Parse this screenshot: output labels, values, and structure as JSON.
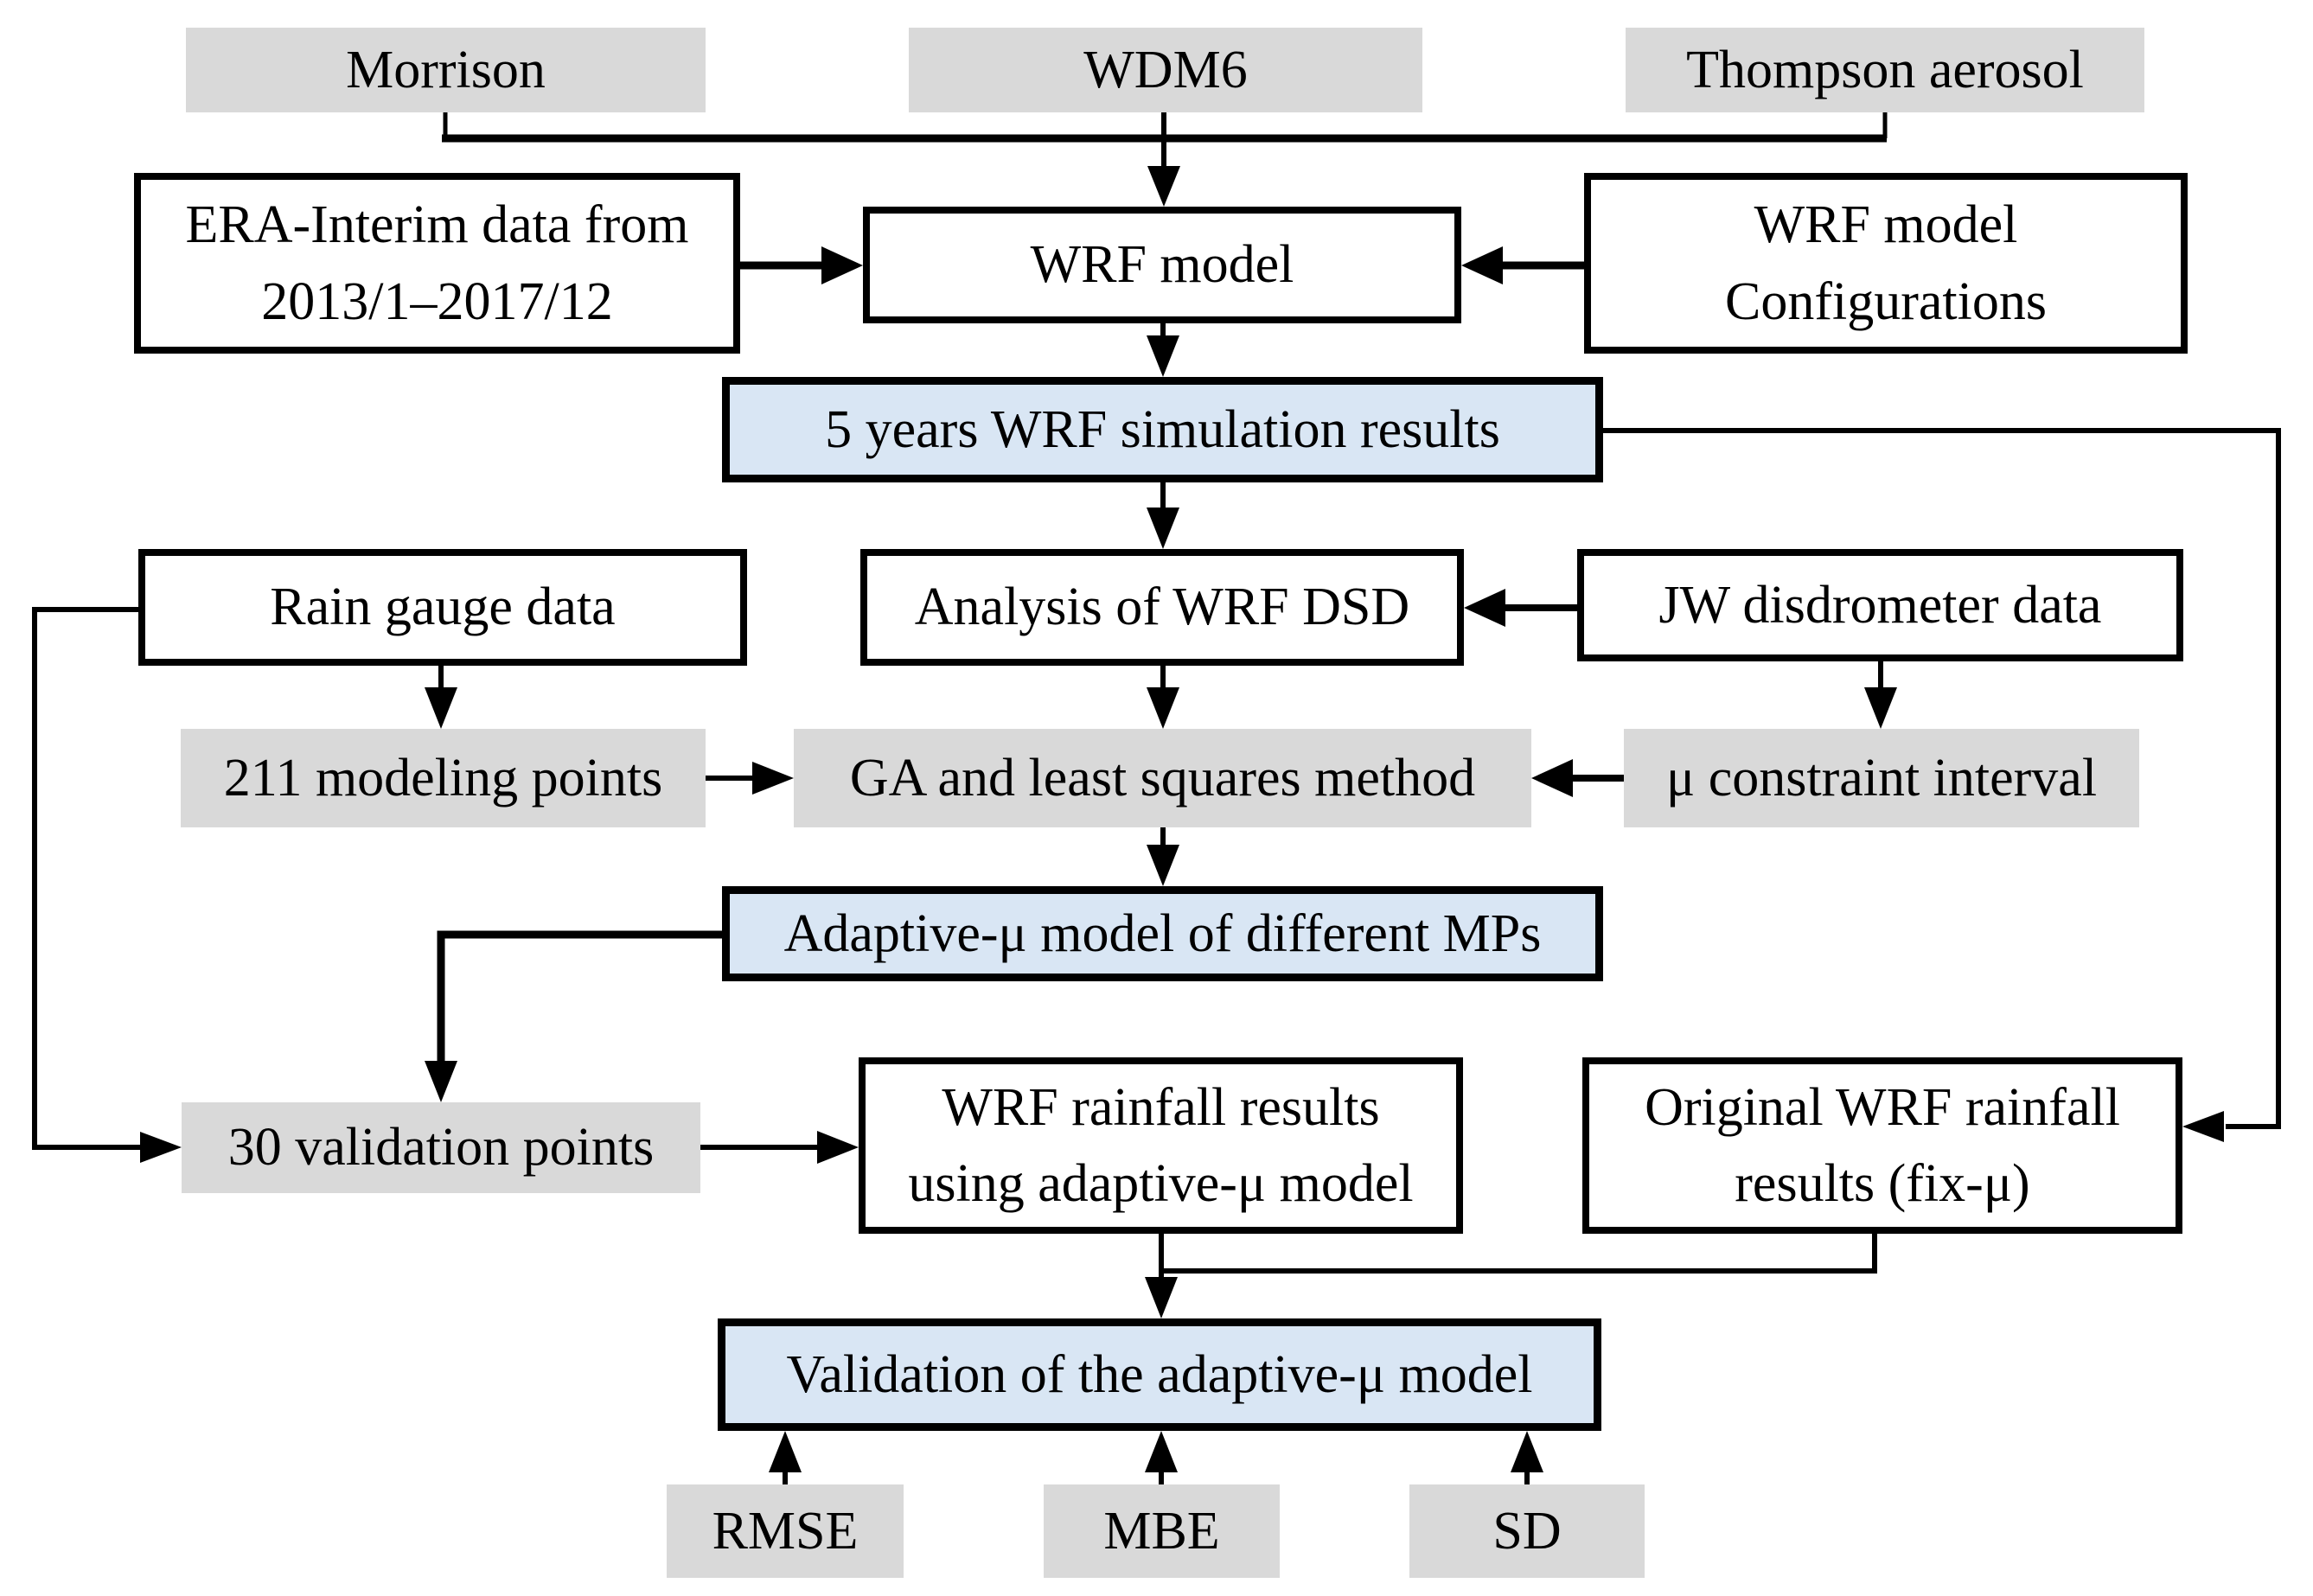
{
  "colors": {
    "box_gray": "#d9d9d9",
    "box_blue": "#d9e6f4",
    "border": "#000000",
    "background": "#ffffff"
  },
  "nodes": {
    "morrison": "Morrison",
    "wdm6": "WDM6",
    "thompson": "Thompson aerosol",
    "era": {
      "line1": "ERA-Interim data from",
      "line2": "2013/1–2017/12"
    },
    "wrf_model": "WRF model",
    "wrf_config": {
      "line1": "WRF model",
      "line2": "Configurations"
    },
    "sim_results": "5 years WRF simulation results",
    "rain_gauge": "Rain gauge data",
    "analysis": "Analysis of WRF DSD",
    "jw": "JW disdrometer data",
    "modeling_points": "211 modeling points",
    "ga": "GA and least squares method",
    "mu_interval": "μ constraint interval",
    "adaptive_model": "Adaptive-μ model of different MPs",
    "validation_points": "30 validation points",
    "wrf_rainfall": {
      "line1": "WRF rainfall results",
      "line2": "using adaptive-μ model"
    },
    "original_rainfall": {
      "line1": "Original WRF rainfall",
      "line2": "results (fix-μ)"
    },
    "validation": "Validation of the adaptive-μ model",
    "rmse": "RMSE",
    "mbe": "MBE",
    "sd": "SD"
  },
  "edges": [
    {
      "from": "morrison",
      "to": "wrf_model"
    },
    {
      "from": "wdm6",
      "to": "wrf_model"
    },
    {
      "from": "thompson",
      "to": "wrf_model"
    },
    {
      "from": "era",
      "to": "wrf_model"
    },
    {
      "from": "wrf_config",
      "to": "wrf_model"
    },
    {
      "from": "wrf_model",
      "to": "sim_results"
    },
    {
      "from": "sim_results",
      "to": "analysis"
    },
    {
      "from": "sim_results",
      "to": "original_rainfall"
    },
    {
      "from": "jw",
      "to": "analysis"
    },
    {
      "from": "jw",
      "to": "mu_interval"
    },
    {
      "from": "rain_gauge",
      "to": "modeling_points"
    },
    {
      "from": "rain_gauge",
      "to": "validation_points"
    },
    {
      "from": "analysis",
      "to": "ga"
    },
    {
      "from": "modeling_points",
      "to": "ga"
    },
    {
      "from": "mu_interval",
      "to": "ga"
    },
    {
      "from": "ga",
      "to": "adaptive_model"
    },
    {
      "from": "adaptive_model",
      "to": "validation_points"
    },
    {
      "from": "validation_points",
      "to": "wrf_rainfall"
    },
    {
      "from": "wrf_rainfall",
      "to": "validation"
    },
    {
      "from": "original_rainfall",
      "to": "validation"
    },
    {
      "from": "rmse",
      "to": "validation"
    },
    {
      "from": "mbe",
      "to": "validation"
    },
    {
      "from": "sd",
      "to": "validation"
    }
  ]
}
